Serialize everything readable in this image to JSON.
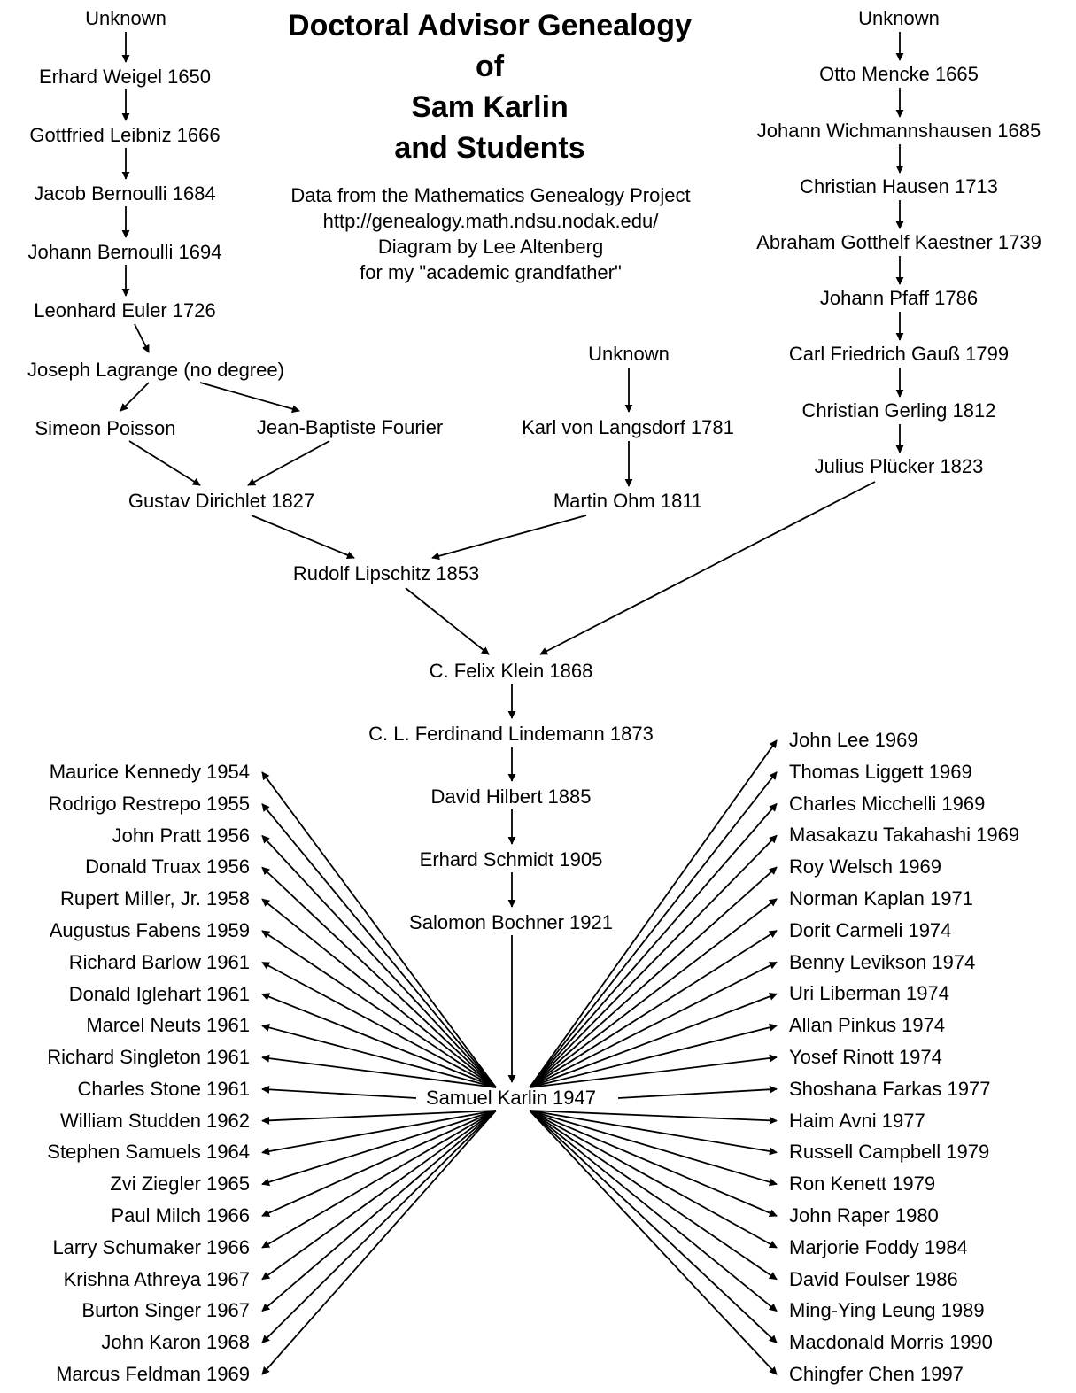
{
  "title": {
    "line1": "Doctoral Advisor Genealogy",
    "line2": "of",
    "line3": "Sam Karlin",
    "line4": "and Students"
  },
  "info": {
    "source": "Data from the Mathematics Genealogy Project",
    "url": "http://genealogy.math.ndsu.nodak.edu/",
    "credit": "Diagram by Lee Altenberg",
    "dedication": "for my \"academic grandfather\""
  },
  "nodes": {
    "unknown_left": "Unknown",
    "weigel": "Erhard Weigel 1650",
    "leibniz": "Gottfried Leibniz 1666",
    "jbernoulli": "Jacob Bernoulli 1684",
    "johbernoulli": "Johann Bernoulli 1694",
    "euler": "Leonhard Euler 1726",
    "lagrange": "Joseph Lagrange (no degree)",
    "poisson": "Simeon Poisson",
    "fourier": "Jean-Baptiste Fourier",
    "dirichlet": "Gustav Dirichlet 1827",
    "unknown_mid": "Unknown",
    "langsdorf": "Karl von Langsdorf 1781",
    "ohm": "Martin Ohm 1811",
    "unknown_right": "Unknown",
    "mencke": "Otto Mencke 1665",
    "wichmannshausen": "Johann Wichmannshausen 1685",
    "hausen": "Christian Hausen 1713",
    "kaestner": "Abraham Gotthelf Kaestner 1739",
    "pfaff": "Johann Pfaff 1786",
    "gauss": "Carl Friedrich Gauß 1799",
    "gerling": "Christian Gerling 1812",
    "plucker": "Julius Plücker 1823",
    "lipschitz": "Rudolf Lipschitz 1853",
    "klein": "C. Felix Klein 1868",
    "lindemann": "C. L. Ferdinand Lindemann 1873",
    "hilbert": "David Hilbert 1885",
    "schmidt": "Erhard Schmidt 1905",
    "bochner": "Salomon Bochner 1921",
    "karlin": "Samuel Karlin 1947"
  },
  "students_left": [
    "Maurice Kennedy 1954",
    "Rodrigo Restrepo 1955",
    "John Pratt 1956",
    "Donald Truax 1956",
    "Rupert Miller, Jr. 1958",
    "Augustus Fabens 1959",
    "Richard Barlow 1961",
    "Donald Iglehart 1961",
    "Marcel Neuts 1961",
    "Richard Singleton 1961",
    "Charles Stone 1961",
    "William Studden 1962",
    "Stephen Samuels 1964",
    "Zvi Ziegler 1965",
    "Paul Milch 1966",
    "Larry Schumaker 1966",
    "Krishna Athreya 1967",
    "Burton Singer 1967",
    "John Karon 1968",
    "Marcus Feldman 1969"
  ],
  "students_right": [
    "John Lee 1969",
    "Thomas Liggett 1969",
    "Charles Micchelli 1969",
    "Masakazu Takahashi 1969",
    "Roy Welsch 1969",
    "Norman Kaplan 1971",
    "Dorit Carmeli 1974",
    "Benny Levikson 1974",
    "Uri Liberman 1974",
    "Allan Pinkus 1974",
    "Yosef Rinott 1974",
    "Shoshana Farkas 1977",
    "Haim Avni 1977",
    "Russell Campbell 1979",
    "Ron Kenett 1979",
    "John Raper 1980",
    "Marjorie Foddy 1984",
    "David Foulser 1986",
    "Ming-Ying Leung 1989",
    "Macdonald Morris 1990",
    "Chingfer Chen 1997"
  ]
}
